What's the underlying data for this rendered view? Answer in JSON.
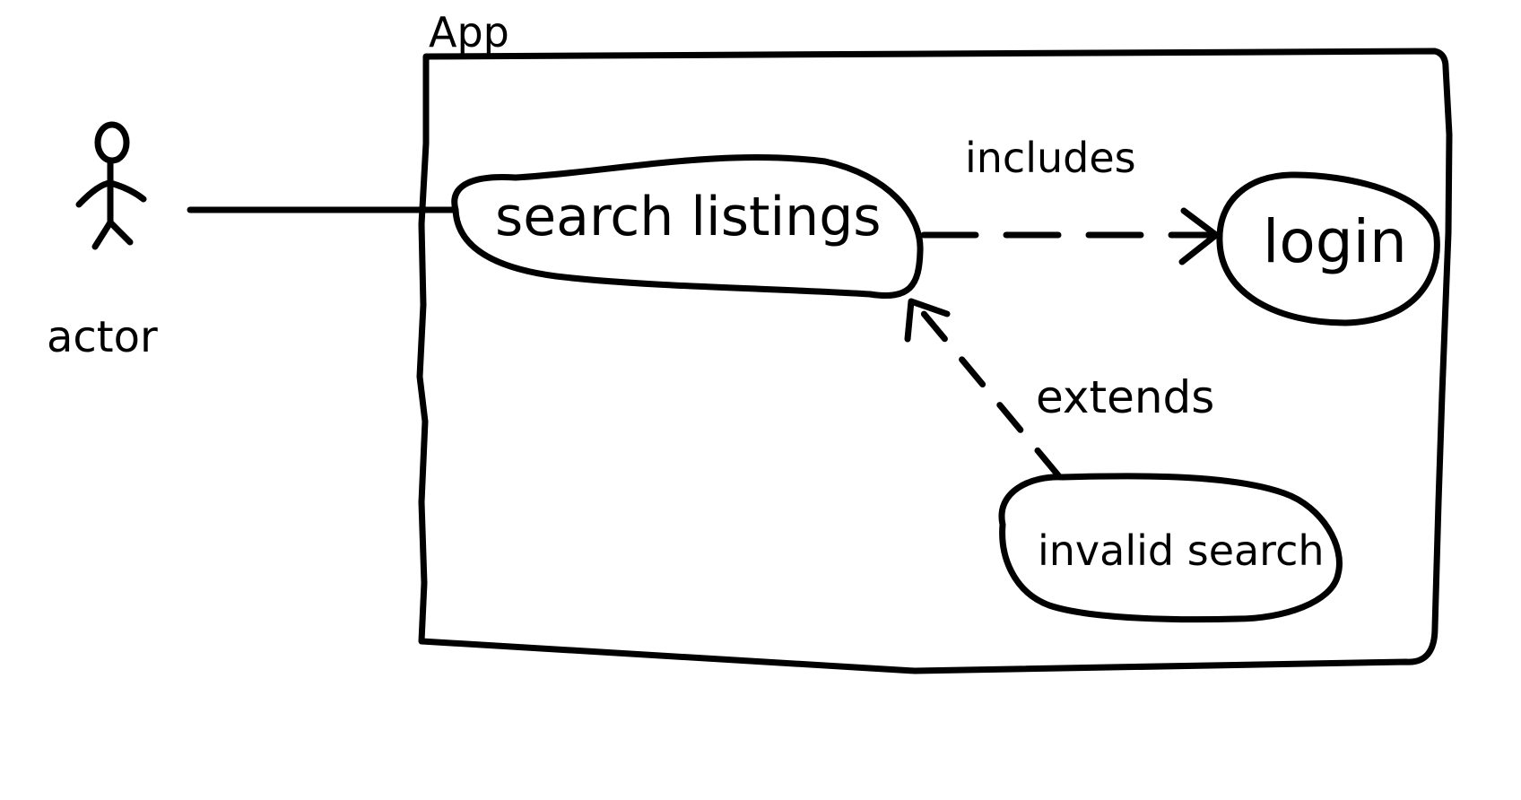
{
  "diagram": {
    "system_boundary": {
      "label": "App"
    },
    "actor": {
      "label": "actor"
    },
    "use_cases": {
      "search": {
        "label": "search listings"
      },
      "login": {
        "label": "login"
      },
      "invalid": {
        "label": "invalid search"
      }
    },
    "relationships": {
      "includes": {
        "label": "includes"
      },
      "extends": {
        "label": "extends"
      }
    }
  }
}
